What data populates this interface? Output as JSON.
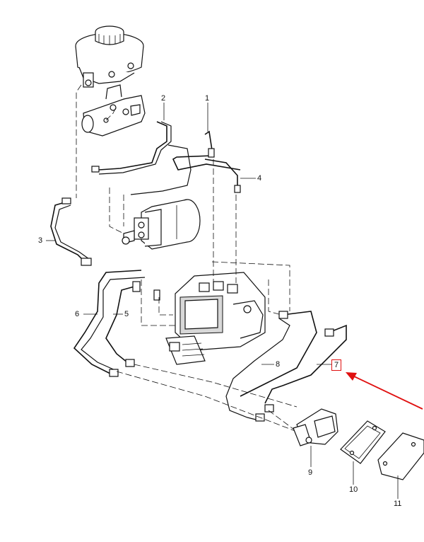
{
  "diagram": {
    "callouts": [
      {
        "id": "1",
        "text": "1"
      },
      {
        "id": "2",
        "text": "2"
      },
      {
        "id": "3",
        "text": "3"
      },
      {
        "id": "4",
        "text": "4"
      },
      {
        "id": "5",
        "text": "5"
      },
      {
        "id": "6",
        "text": "6"
      },
      {
        "id": "7",
        "text": "7",
        "highlighted": true
      },
      {
        "id": "8",
        "text": "8"
      },
      {
        "id": "9",
        "text": "9"
      },
      {
        "id": "10",
        "text": "10"
      },
      {
        "id": "11",
        "text": "11"
      }
    ],
    "highlight_color": "#e01010",
    "arrow_color": "#e01010"
  }
}
